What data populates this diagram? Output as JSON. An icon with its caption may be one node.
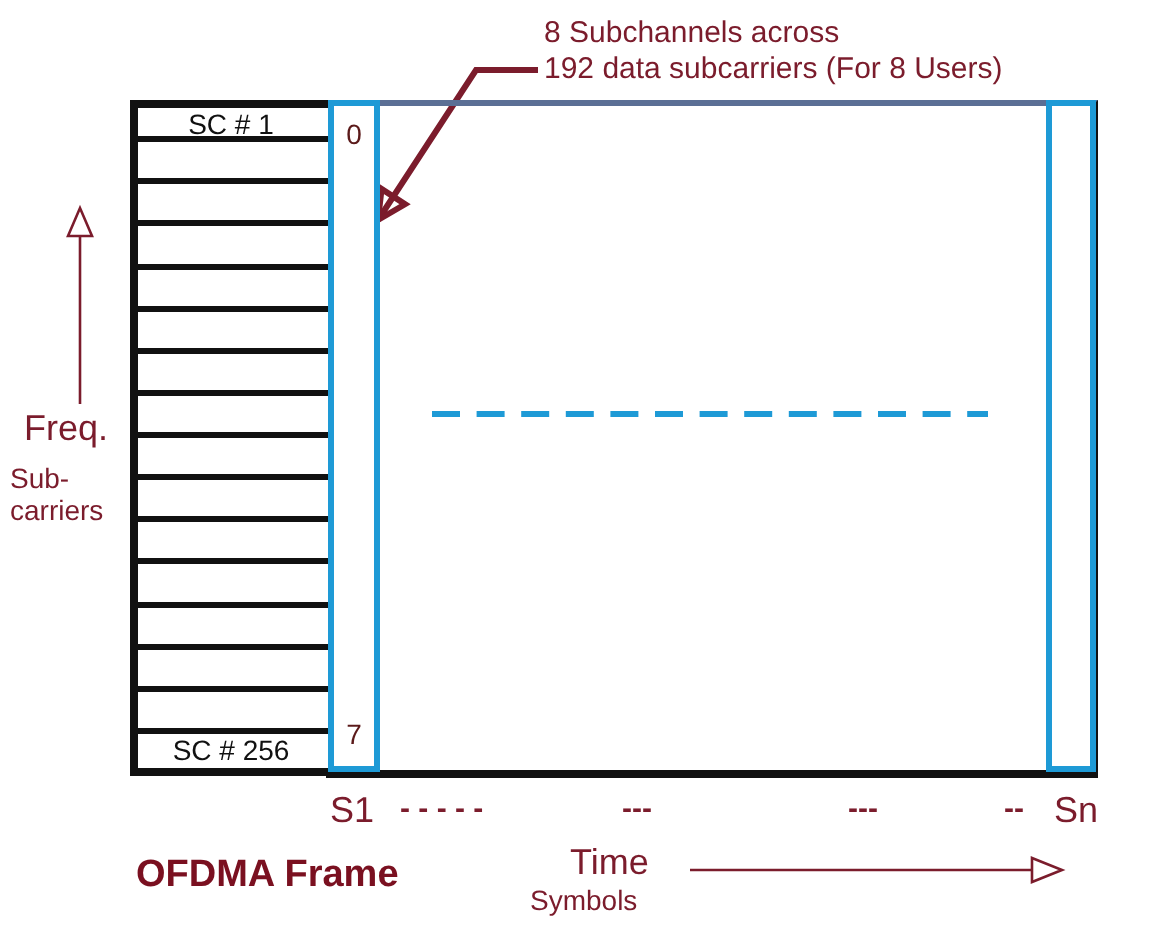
{
  "diagram": {
    "caption": "OFDMA Frame",
    "nodes": [
      {
        "text": [
          "8 Subchannels across 192 data subcarriers (For 8 Users)"
        ]
      },
      {
        "text": [
          "SC # 1"
        ]
      },
      {
        "text": [],
        "shape": "bar"
      },
      {
        "text": [],
        "shape": "bar"
      },
      {
        "text": [],
        "shape": "bar"
      },
      {
        "text": [],
        "shape": "bar"
      },
      {
        "text": [],
        "shape": "bar"
      },
      {
        "text": [],
        "shape": "bar"
      },
      {
        "text": [],
        "shape": "bar"
      },
      {
        "text": [],
        "shape": "bar"
      },
      {
        "text": [],
        "shape": "bar"
      },
      {
        "text": [],
        "shape": "bar"
      },
      {
        "text": [],
        "shape": "bar"
      },
      {
        "text": [],
        "shape": "bar"
      },
      {
        "text": [],
        "shape": "bar"
      },
      {
        "text": [],
        "shape": "bar"
      },
      {
        "text": [
          "SC # 256"
        ]
      },
      {
        "text": [
          "0",
          "7"
        ],
        "beside": [
          "S1"
        ]
      },
      {
        "text": [],
        "shape": "bar",
        "beside": [
          "Sn"
        ]
      }
    ],
    "edges": [
      {
        "from": 0,
        "to": 17,
        "arrow": "to"
      }
    ],
    "labels": [
      "Freq.",
      "Sub- carriers",
      "- - - - -",
      "---",
      "---",
      "--",
      "Time",
      "Symbols"
    ]
  }
}
